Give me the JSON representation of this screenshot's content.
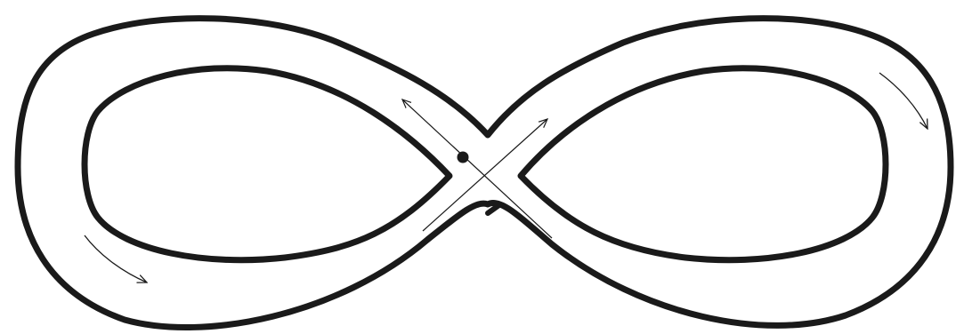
{
  "diagram": {
    "kind": "figure-eight band (lemniscate ribbon)",
    "colors": {
      "background": "#ffffff",
      "stroke": "#1a1a1a"
    },
    "arrows": [
      {
        "name": "left-outer-flow-arrow",
        "direction": "down-right"
      },
      {
        "name": "right-outer-flow-arrow",
        "direction": "down-right"
      },
      {
        "name": "crossing-arrow-up-left",
        "direction": "up-left"
      },
      {
        "name": "crossing-arrow-up-right",
        "direction": "up-right"
      }
    ],
    "markers": [
      {
        "name": "crossing-point-dot",
        "shape": "filled dot"
      }
    ]
  }
}
